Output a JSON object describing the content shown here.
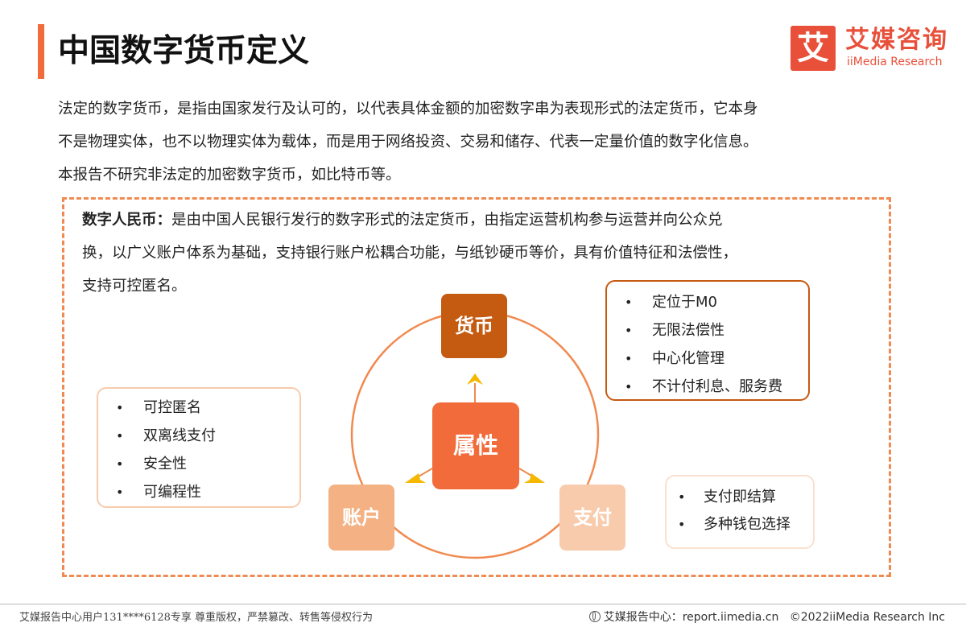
{
  "header": {
    "title": "中国数字货币定义",
    "logo": {
      "mark": "艾",
      "name_cn": "艾媒咨询",
      "name_en": "iiMedia Research",
      "color": "#e8503a"
    },
    "accent_color": "#f26b3a"
  },
  "intro": {
    "line1": "法定的数字货币，是指由国家发行及认可的，以代表具体金额的加密数字串为表现形式的法定货币，它本身",
    "line2": "不是物理实体，也不以物理实体为载体，而是用于网络投资、交易和储存、代表一定量价值的数字化信息。",
    "line3": "本报告不研究非法定的加密数字货币，如比特币等。"
  },
  "definition": {
    "term": "数字人民币：",
    "line1": "是由中国人民银行发行的数字形式的法定货币，由指定运营机构参与运营并向公众兑",
    "line2": "换，以广义账户体系为基础，支持银行账户松耦合功能，与纸钞硬币等价，具有价值特征和法偿性，",
    "line3": "支持可控匿名。"
  },
  "diagram": {
    "center": "属性",
    "nodes": {
      "currency": "货币",
      "account": "账户",
      "payment": "支付"
    },
    "currency_traits": [
      "定位于M0",
      "无限法偿性",
      "中心化管理",
      "不计付利息、服务费"
    ],
    "account_traits": [
      "可控匿名",
      "双离线支付",
      "安全性",
      "可编程性"
    ],
    "payment_traits": [
      "支付即结算",
      "多种钱包选择"
    ],
    "colors": {
      "currency": "#c55a11",
      "center": "#f26b3a",
      "account": "#f4b183",
      "payment": "#f8cbad",
      "arrow": "#f5b800",
      "ring": "#f08a50"
    }
  },
  "footer": {
    "left": "艾媒报告中心用户131****6128专享 尊重版权，严禁篡改、转售等侵权行为",
    "center_label": "艾媒报告中心：",
    "url": "report.iimedia.cn",
    "copyright": "©2022iiMedia Research Inc"
  }
}
